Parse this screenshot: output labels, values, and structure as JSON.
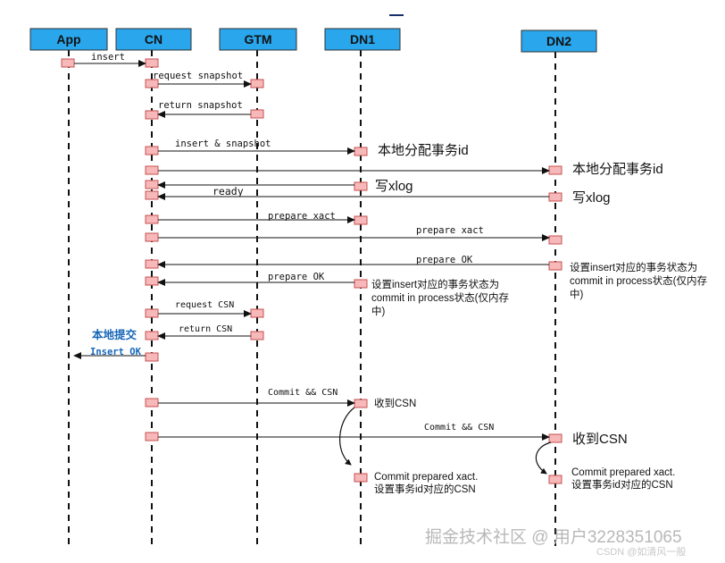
{
  "lanes": {
    "app": "App",
    "cn": "CN",
    "gtm": "GTM",
    "dn1": "DN1",
    "dn2": "DN2"
  },
  "messages": {
    "insert": "insert",
    "request_snapshot": "request snapshot",
    "return_snapshot": "return snapshot",
    "insert_snapshot": "insert & snapshot",
    "ready": "ready",
    "prepare_xact_dn1": "prepare xact",
    "prepare_xact_dn2": "prepare xact",
    "prepare_ok_dn2": "prepare OK",
    "prepare_ok_dn1": "prepare OK",
    "request_csn": "request CSN",
    "return_csn": "return CSN",
    "insert_ok": "Insert OK",
    "commit_csn_dn1": "Commit && CSN",
    "commit_csn_dn2": "Commit && CSN"
  },
  "notes": {
    "dn1_alloc_xid": "本地分配事务id",
    "dn2_alloc_xid": "本地分配事务id",
    "dn1_write_xlog": "写xlog",
    "dn2_write_xlog": "写xlog",
    "dn2_state_1": "设置insert对应的事务状态为",
    "dn2_state_2": "commit in process状态(仅内存",
    "dn2_state_3": "中)",
    "dn1_state_1": "设置insert对应的事务状态为",
    "dn1_state_2": "commit in process状态(仅内存",
    "dn1_state_3": "中)",
    "cn_local_commit": "本地提交",
    "dn1_recv_csn": "收到CSN",
    "dn2_recv_csn": "收到CSN",
    "dn1_commit_prepared": "Commit prepared xact.",
    "dn1_set_csn": "设置事务id对应的CSN",
    "dn2_commit_prepared": "Commit prepared xact.",
    "dn2_set_csn": "设置事务id对应的CSN"
  },
  "watermark": {
    "main": "掘金技术社区 @ 用户3228351065",
    "sub": "CSDN @如清风一般"
  }
}
